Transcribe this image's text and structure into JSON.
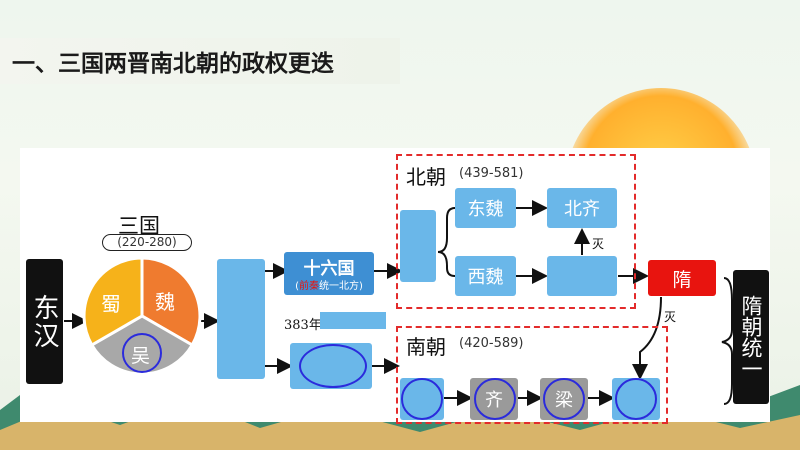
{
  "slide_title": "一、三国两晋南北朝的政权更迭",
  "eastern_han": "东汉",
  "three_kingdoms": {
    "label": "三国",
    "years": "(220-280)",
    "shu": "蜀",
    "wei": "魏",
    "wu": "吴"
  },
  "sixteen_kingdoms": {
    "label": "十六国",
    "note_red": "前秦",
    "note_rest": "统一北方"
  },
  "year_383": "383年",
  "northern": {
    "label": "北朝",
    "years": "(439-581)",
    "east_wei": "东魏",
    "west_wei": "西魏",
    "north_qi": "北齐",
    "mie_1": "灭"
  },
  "southern": {
    "label": "南朝",
    "years": "(420-589)",
    "qi": "齐",
    "liang": "梁"
  },
  "sui": {
    "label": "隋",
    "mie_2": "灭",
    "unify": "隋朝统一"
  },
  "colors": {
    "light_blue": "#6ab7e9",
    "dark_blue": "#3e8fd3",
    "red": "#e8140f",
    "shu_yellow": "#f6b21a",
    "wei_orange": "#ef7b2f",
    "wu_gray": "#a8a8a8"
  }
}
